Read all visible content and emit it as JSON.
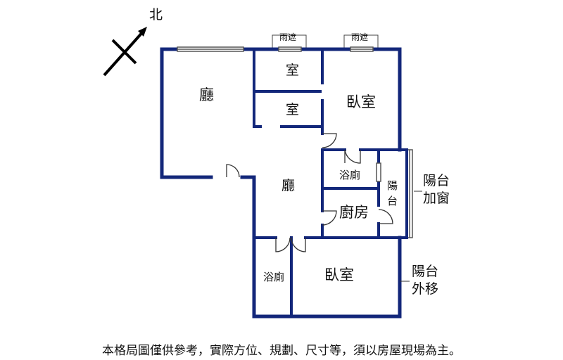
{
  "compass": {
    "label": "北"
  },
  "rooms": {
    "living_room_main": "廳",
    "room_upper": "室",
    "room_lower": "室",
    "bedroom_1": "臥室",
    "living_room_center": "廳",
    "bathroom_1": "浴廁",
    "kitchen": "廚房",
    "balcony_inner_line1": "陽",
    "balcony_inner_line2": "台",
    "bathroom_2": "浴廁",
    "bedroom_2": "臥室"
  },
  "annotations": {
    "rain_shelter_1": "雨遮",
    "rain_shelter_2": "雨遮",
    "balcony_window_line1": "陽台",
    "balcony_window_line2": "加窗",
    "balcony_moved_line1": "陽台",
    "balcony_moved_line2": "外移"
  },
  "disclaimer": "本格局圖僅供參考，實際方位、規劃、尺寸等，須以房屋現場為主。",
  "colors": {
    "wall": "#13277a",
    "text": "#111111",
    "window": "#555555"
  }
}
